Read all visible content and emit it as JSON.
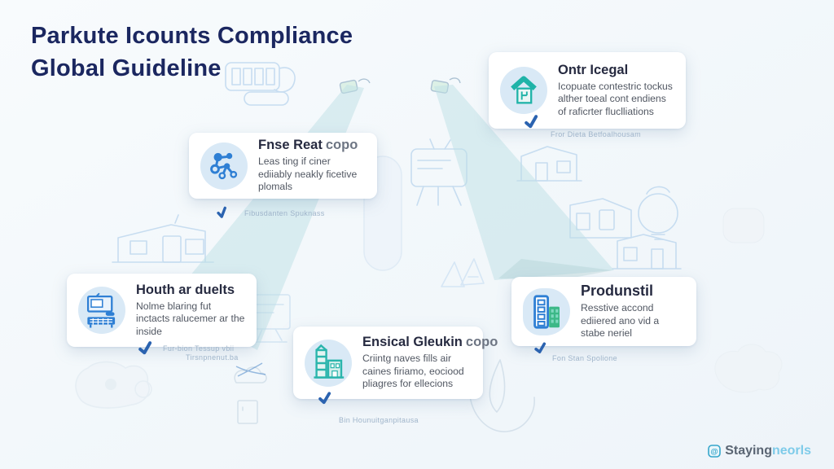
{
  "page": {
    "title_line1": "Parkute Icounts Compliance",
    "title_line2": "Global Guideline"
  },
  "cards": [
    {
      "id": "ontr-icegal",
      "icon": "house-upload-icon",
      "title": "Ontr Icegal",
      "title_suffix": "",
      "body": "Icopuate contestric tockus alther toeal cont endiens of raficrter fluclliations",
      "caption": "Fror Dieta Betfoalhousam"
    },
    {
      "id": "fnse-reat",
      "icon": "network-nodes-icon",
      "title": "Fnse Reat",
      "title_suffix": "copo",
      "body": "Leas ting if ciner ediiably neakly ficetive plomals",
      "caption": "Fibusdanten Spuknass"
    },
    {
      "id": "houth-ar-duelts",
      "icon": "tv-keyboard-icon",
      "title": "Houth ar duelts",
      "title_suffix": "",
      "body": "Nolme blaring fut inctacts ralucemer ar the inside",
      "caption": "Fur-bion Tessup vbii",
      "caption2": "Tirsnpnenut.ba"
    },
    {
      "id": "ensical-gleukin",
      "icon": "tower-building-icon",
      "title": "Ensical Gleukin",
      "title_suffix": "copo",
      "body": "Criintg naves fills air caines firiamo, eociood pliagres for ellecions",
      "caption": "Bin Hounuitganpitausa"
    },
    {
      "id": "produnstil",
      "icon": "city-buildings-icon",
      "title": "Produnstil",
      "title_suffix": "",
      "body": "Resstive accond ediiered ano vid a stabe neriel",
      "caption": "Fon Stan Spolione"
    }
  ],
  "watermark": {
    "brand_dark": "Staying",
    "brand_light": "neorls",
    "icon_glyph": "@"
  },
  "colors": {
    "title_navy": "#1b2760",
    "accent_blue": "#2e7fd4",
    "accent_teal": "#1fb3a8",
    "accent_green": "#3cb887",
    "beam_teal": "#bedfe5",
    "check_blue": "#2b63b0",
    "caption_gray_blue": "#9fb4ca",
    "sketch_blue": "#bcd6ee",
    "brand_light_blue": "#7ecbe9",
    "card_bg": "#ffffff"
  }
}
